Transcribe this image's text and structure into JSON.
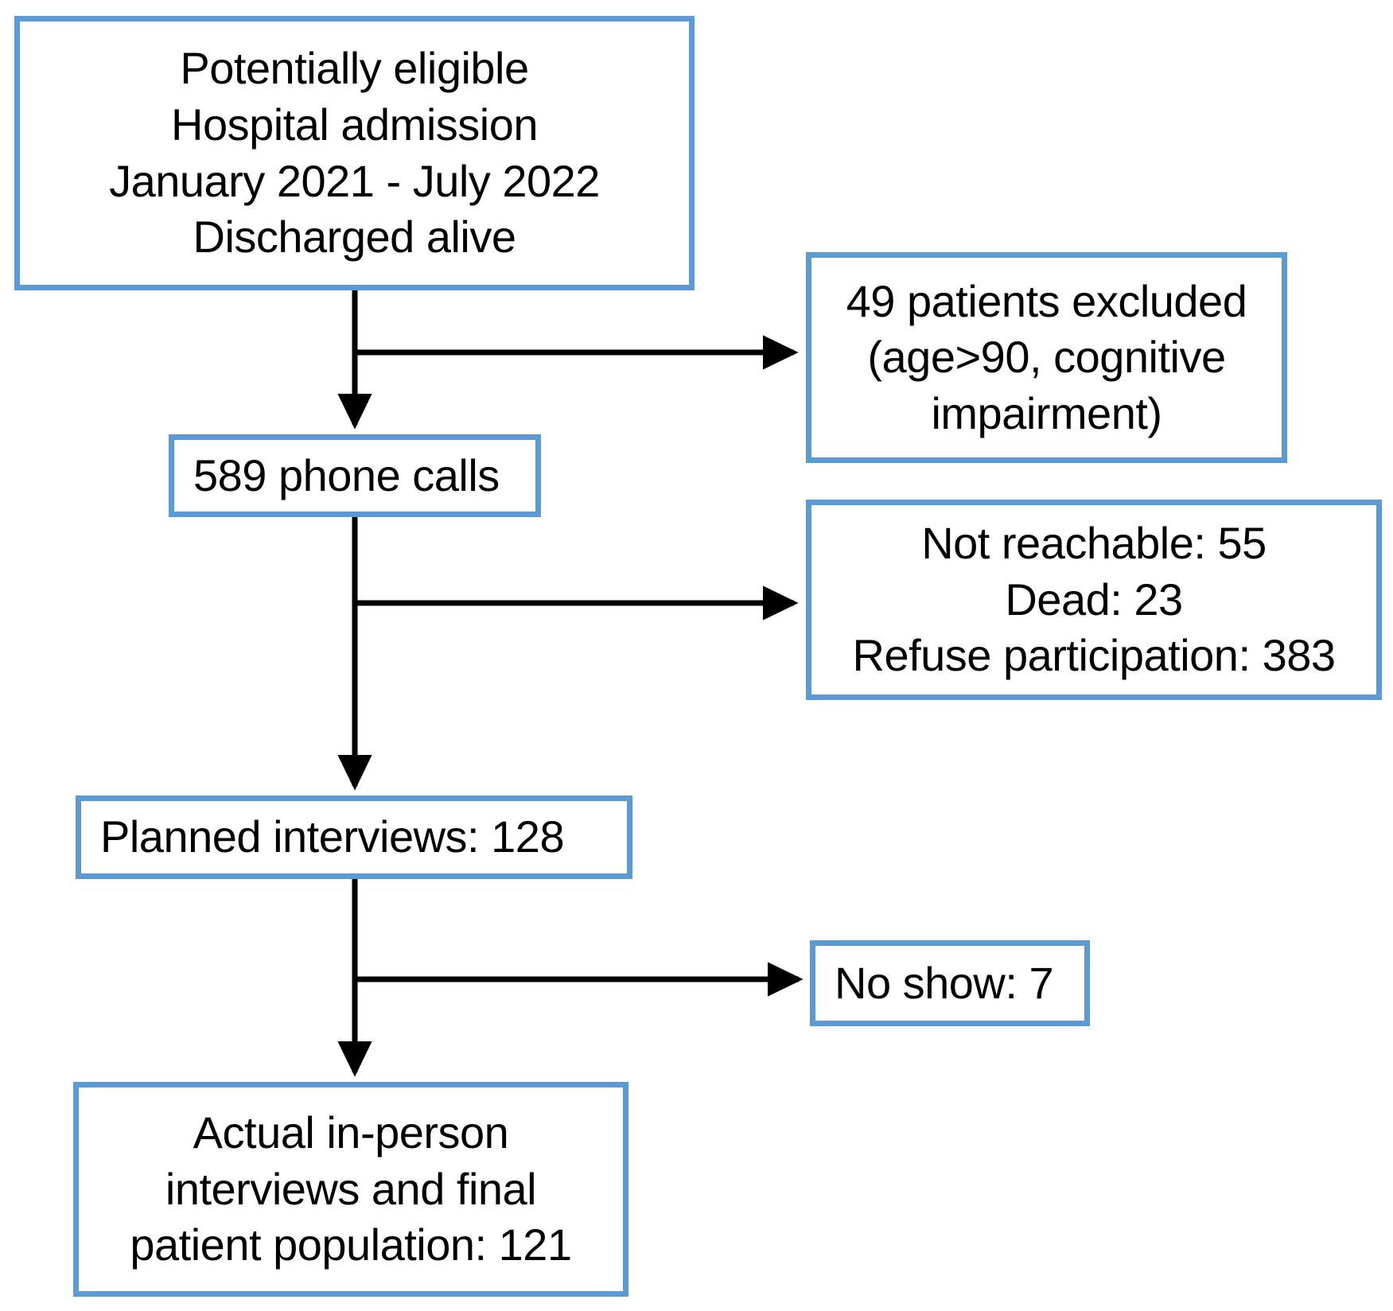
{
  "figure": {
    "type": "flowchart",
    "kind": "patient-enrollment-flow-diagram",
    "accent_color": "#5B9BD5",
    "text_color": "#000000",
    "background_color": "#FFFFFF"
  },
  "nodes": {
    "eligible": {
      "id": "potentially-eligible",
      "lines": [
        "Potentially eligible",
        "Hospital admission",
        "January 2021 - July 2022",
        "Discharged alive"
      ]
    },
    "excluded": {
      "id": "patients-excluded",
      "lines": [
        "49 patients excluded",
        "(age>90, cognitive",
        "impairment)"
      ],
      "count": 49
    },
    "phone_calls": {
      "id": "phone-calls",
      "lines": [
        "589 phone calls"
      ],
      "count": 589
    },
    "nonresponse": {
      "id": "non-participation",
      "lines": [
        "Not reachable: 55",
        "Dead: 23",
        "Refuse participation: 383"
      ],
      "not_reachable": 55,
      "dead": 23,
      "refused": 383
    },
    "planned": {
      "id": "planned-interviews",
      "lines": [
        "Planned interviews: 128"
      ],
      "count": 128
    },
    "noshow": {
      "id": "no-show",
      "lines": [
        "No show: 7"
      ],
      "count": 7
    },
    "final": {
      "id": "final-population",
      "lines": [
        "Actual in-person",
        "interviews and final",
        "patient population: 121"
      ],
      "count": 121
    }
  },
  "connectors": [
    {
      "name": "eligible-to-phone-calls",
      "from": "eligible",
      "to": "phone_calls",
      "direction": "down"
    },
    {
      "name": "eligible-to-excluded",
      "from": "eligible",
      "to": "excluded",
      "direction": "right"
    },
    {
      "name": "phone-calls-to-planned",
      "from": "phone_calls",
      "to": "planned",
      "direction": "down"
    },
    {
      "name": "phone-calls-to-nonresponse",
      "from": "phone_calls",
      "to": "nonresponse",
      "direction": "right"
    },
    {
      "name": "planned-to-final",
      "from": "planned",
      "to": "final",
      "direction": "down"
    },
    {
      "name": "planned-to-noshow",
      "from": "planned",
      "to": "noshow",
      "direction": "right"
    }
  ]
}
